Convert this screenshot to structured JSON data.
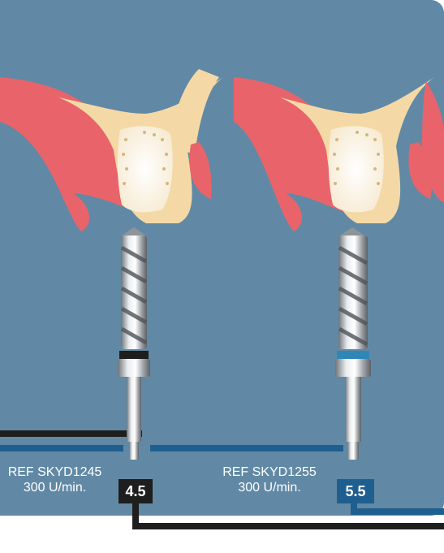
{
  "drills": [
    {
      "ref": "REF SKYD1245",
      "speed": "300 U/min.",
      "size": "4.5",
      "ring_color": "#1e1e1e",
      "badge_color": "#1e1e1e"
    },
    {
      "ref": "REF SKYD1255",
      "speed": "300 U/min.",
      "size": "5.5",
      "ring_color": "#2f87b8",
      "badge_color": "#1f5f8f"
    }
  ],
  "colors": {
    "panel": "#6189a5",
    "gum": "#e8646a",
    "bone": "#f4d9a6",
    "cavity": "#fbf3e2",
    "black_line": "#1e1e1e",
    "blue_line": "#1f5f8f"
  }
}
